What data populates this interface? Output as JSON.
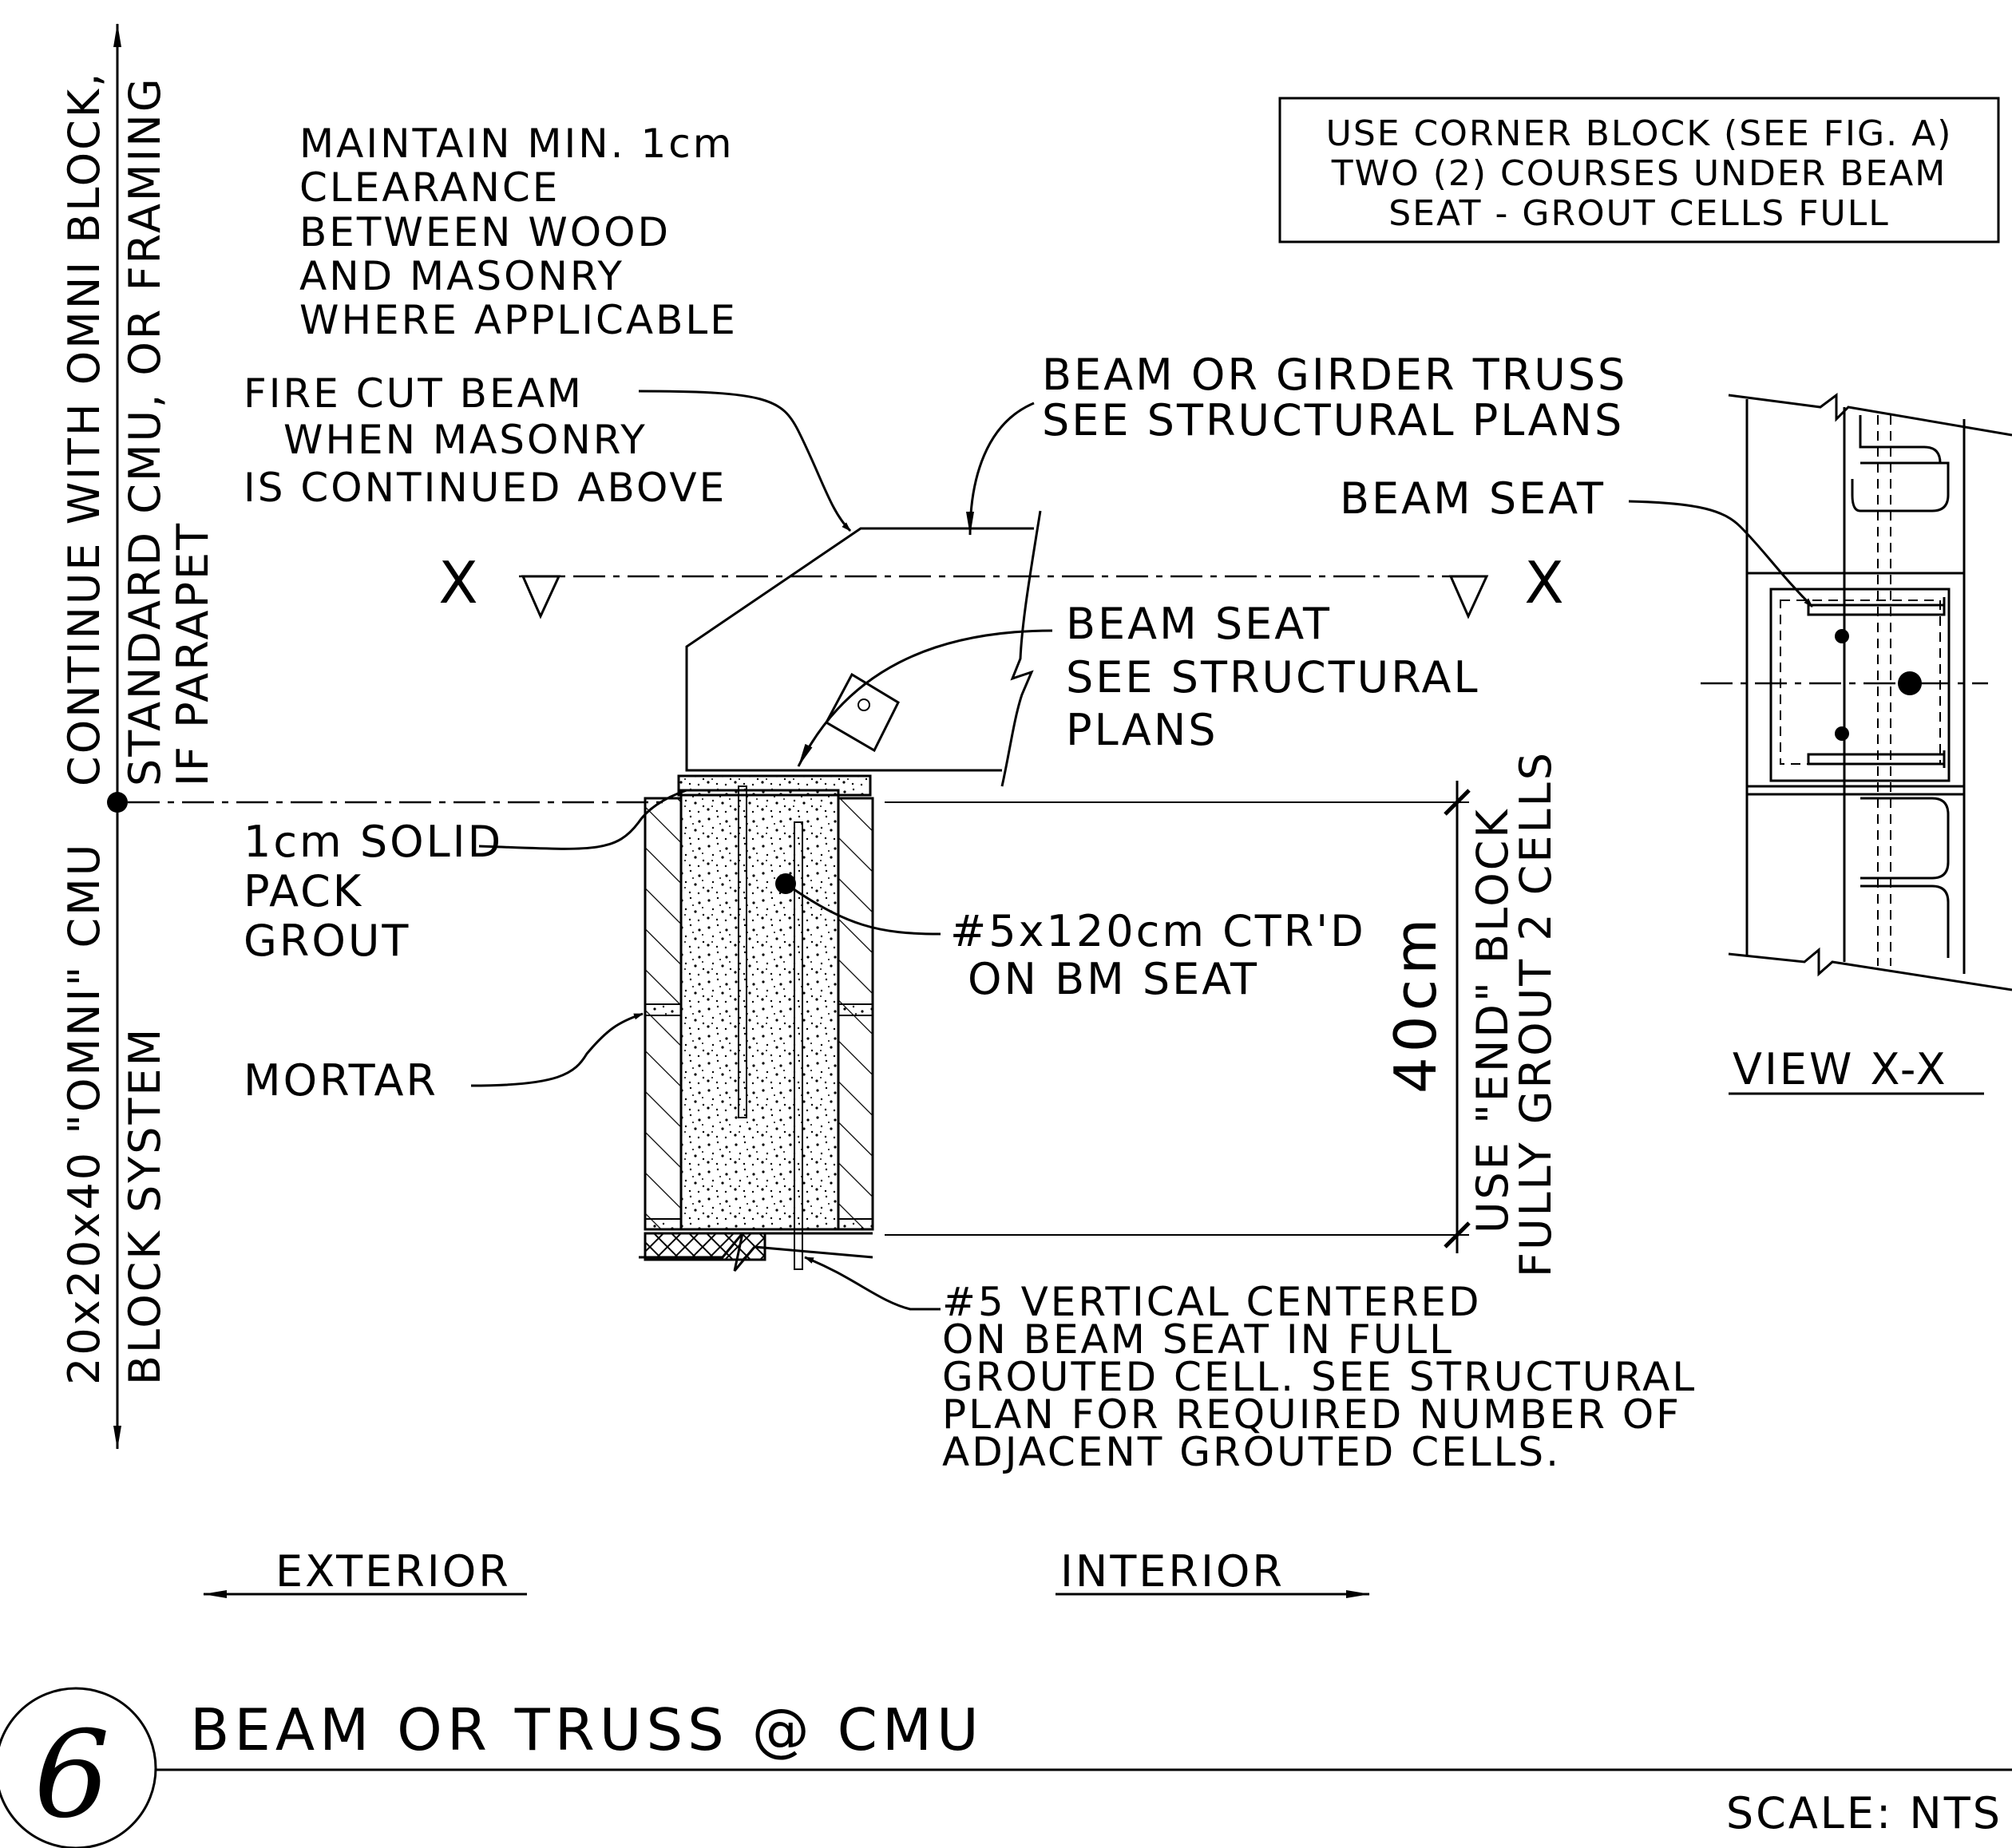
{
  "notes": {
    "clearance": [
      "MAINTAIN MIN. 1cm",
      "CLEARANCE",
      "BETWEEN WOOD",
      "AND MASONRY",
      "WHERE APPLICABLE"
    ],
    "corner_block": [
      "USE CORNER BLOCK (SEE FIG. A)",
      "TWO (2) COURSES UNDER BEAM",
      "SEAT - GROUT CELLS FULL"
    ],
    "fire_cut": [
      "FIRE CUT BEAM",
      "WHEN MASONRY",
      "IS CONTINUED ABOVE"
    ],
    "beam_girder": [
      "BEAM OR GIRDER TRUSS",
      "SEE STRUCTURAL PLANS"
    ],
    "beam_seat_view": "BEAM SEAT",
    "beam_seat_struct": [
      "BEAM SEAT",
      "SEE STRUCTURAL",
      "PLANS"
    ],
    "solid_pack": [
      "1cm SOLID",
      "PACK",
      "GROUT"
    ],
    "rebar_5x120": [
      "#5x120cm CTR'D",
      "ON BM SEAT"
    ],
    "mortar": "MORTAR",
    "vertical_5": [
      "#5 VERTICAL CENTERED",
      "ON BEAM SEAT IN FULL",
      "GROUTED CELL. SEE STRUCTURAL",
      "PLAN FOR REQUIRED NUMBER OF",
      "ADJACENT GROUTED CELLS."
    ],
    "dimension": "40cm",
    "end_block": [
      "USE \"END\" BLOCK",
      "FULLY GROUT 2 CELLS"
    ],
    "omni_block": [
      "20x20x40 \"OMNI\" CMU",
      "BLOCK SYSTEM"
    ],
    "continue": [
      "CONTINUE WITH OMNI BLOCK,",
      "STANDARD CMU, OR FRAMING",
      "IF PARAPET"
    ],
    "section_marker": "X"
  },
  "view_label": "VIEW X-X",
  "directions": {
    "exterior": "EXTERIOR",
    "interior": "INTERIOR"
  },
  "title_block": {
    "detail_number": "6",
    "title": "BEAM OR TRUSS @ CMU",
    "scale": "SCALE: NTS"
  }
}
